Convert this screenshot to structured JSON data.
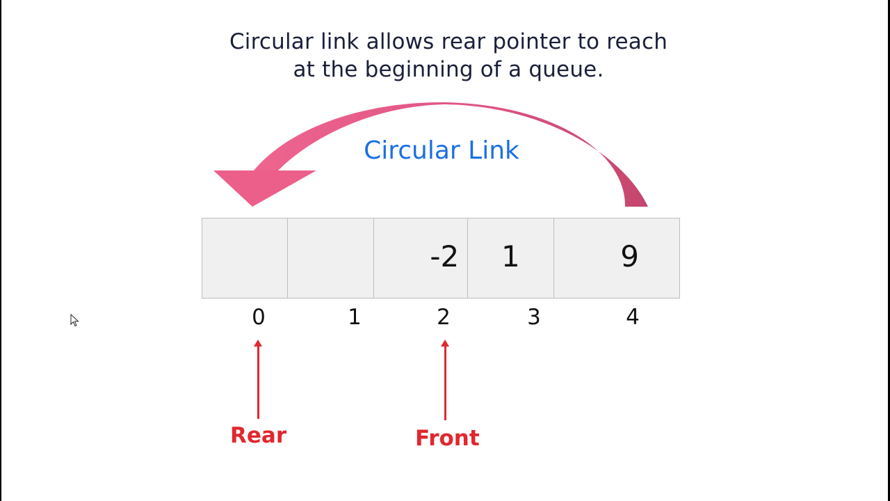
{
  "caption": {
    "line1": "Circular link allows rear pointer to reach",
    "line2": "at the beginning of a queue."
  },
  "circular_link": {
    "label": "Circular Link",
    "color_head": "#ec5f8a",
    "color_tail": "#c8466e",
    "label_color": "#1a6fe0"
  },
  "queue": {
    "cells": [
      {
        "index": "0",
        "value": ""
      },
      {
        "index": "1",
        "value": ""
      },
      {
        "index": "2",
        "value": "-2"
      },
      {
        "index": "3",
        "value": "1"
      },
      {
        "index": "4",
        "value": "9"
      }
    ]
  },
  "pointers": {
    "rear": {
      "label": "Rear",
      "index": "0"
    },
    "front": {
      "label": "Front",
      "index": "2"
    },
    "color": "#e0282f"
  },
  "cursor": {
    "icon": "mouse-pointer-icon"
  }
}
